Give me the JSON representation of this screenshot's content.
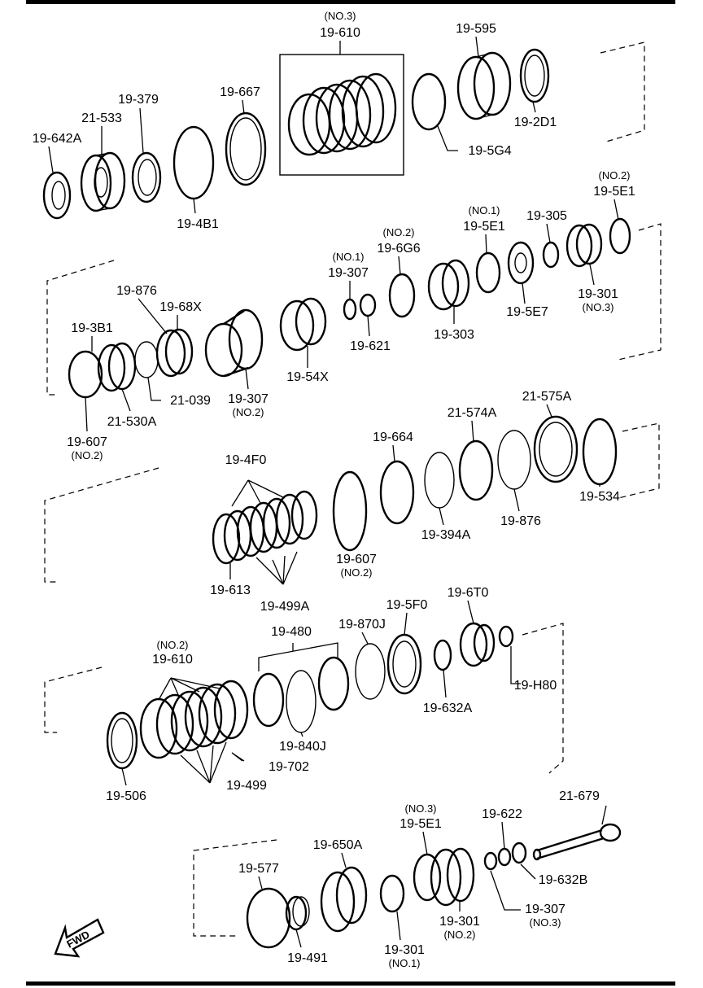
{
  "labels": {
    "no3_610": "(NO.3)",
    "p_19_610_a": "19-610",
    "p_19_595": "19-595",
    "p_19_2d1": "19-2D1",
    "p_19_5g4": "19-5G4",
    "p_19_667": "19-667",
    "p_19_379": "19-379",
    "p_21_533": "21-533",
    "p_19_642a": "19-642A",
    "p_19_4b1": "19-4B1",
    "no2_5e1": "(NO.2)",
    "p_19_5e1_a": "19-5E1",
    "no1_5e1": "(NO.1)",
    "p_19_5e1_b": "19-5E1",
    "p_19_305": "19-305",
    "no2_6g6": "(NO.2)",
    "p_19_6g6": "19-6G6",
    "no1_307": "(NO.1)",
    "p_19_307_a": "19-307",
    "p_19_301_a": "19-301",
    "no3_301": "(NO.3)",
    "p_19_5e7": "19-5E7",
    "p_19_303": "19-303",
    "p_19_621": "19-621",
    "p_19_876_a": "19-876",
    "p_19_68x": "19-68X",
    "p_19_3b1": "19-3B1",
    "p_21_039": "21-039",
    "p_19_307_b": "19-307",
    "no2_307": "(NO.2)",
    "p_19_54x": "19-54X",
    "p_21_530a": "21-530A",
    "p_19_607_a": "19-607",
    "no2_607_a": "(NO.2)",
    "p_19_4f0": "19-4F0",
    "p_19_664": "19-664",
    "p_21_574a": "21-574A",
    "p_21_575a": "21-575A",
    "p_19_534": "19-534",
    "p_19_876_b": "19-876",
    "p_19_394a": "19-394A",
    "p_19_607_b": "19-607",
    "no2_607_b": "(NO.2)",
    "p_19_613": "19-613",
    "p_19_499a": "19-499A",
    "p_19_6t0": "19-6T0",
    "p_19_5f0": "19-5F0",
    "p_19_870j": "19-870J",
    "p_19_480": "19-480",
    "no2_610": "(NO.2)",
    "p_19_610_b": "19-610",
    "p_19_h80": "19-H80",
    "p_19_632a": "19-632A",
    "p_19_840j": "19-840J",
    "p_19_702": "19-702",
    "p_19_499": "19-499",
    "p_19_506": "19-506",
    "p_21_679": "21-679",
    "p_19_622": "19-622",
    "no3_5e1": "(NO.3)",
    "p_19_5e1_c": "19-5E1",
    "p_19_650a": "19-650A",
    "p_19_577": "19-577",
    "p_19_632b": "19-632B",
    "p_19_307_c": "19-307",
    "no3_307": "(NO.3)",
    "p_19_301_b": "19-301",
    "no2_301": "(NO.2)",
    "p_19_301_c": "19-301",
    "no1_301": "(NO.1)",
    "p_19_491": "19-491",
    "fwd": "FWD"
  }
}
